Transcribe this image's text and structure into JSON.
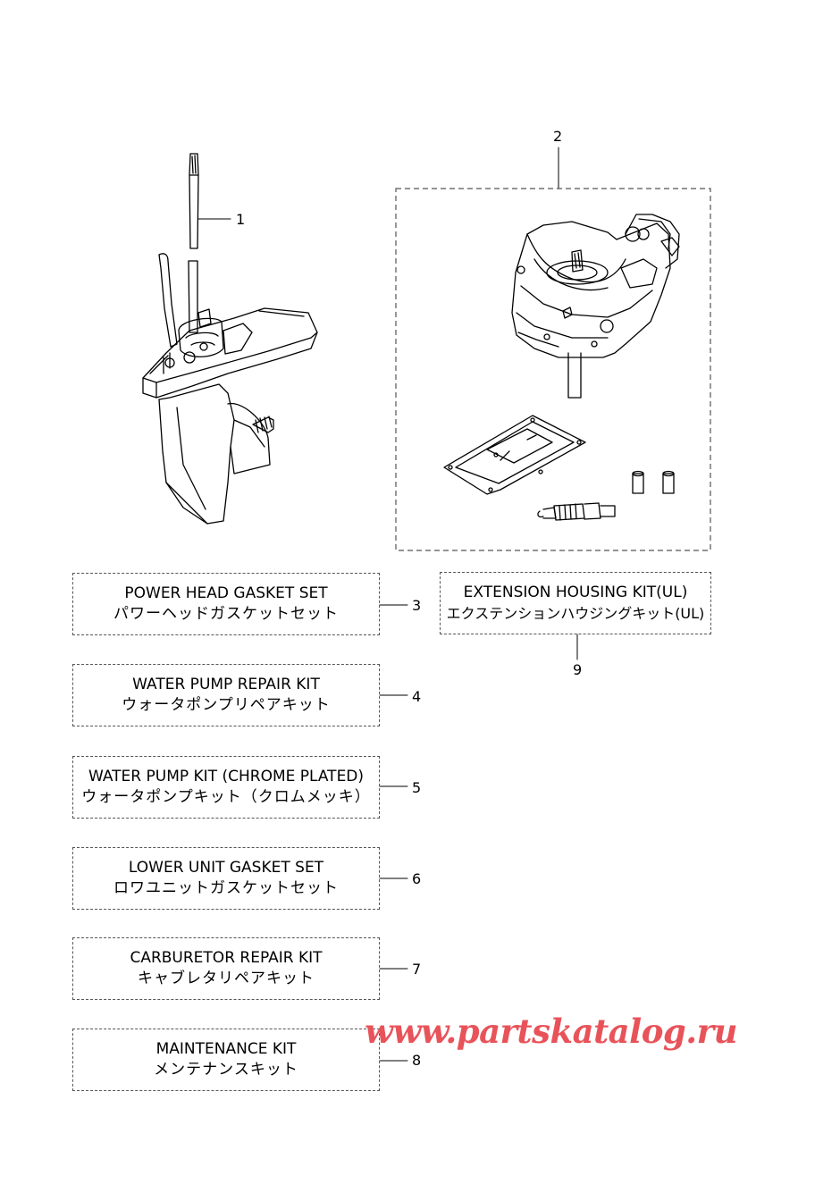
{
  "callouts": {
    "n1": "1",
    "n2": "2",
    "n3": "3",
    "n4": "4",
    "n5": "5",
    "n6": "6",
    "n7": "7",
    "n8": "8",
    "n9": "9"
  },
  "kits": {
    "power_head_gasket": {
      "en": "POWER HEAD GASKET SET",
      "ja": "パワーヘッドガスケットセット"
    },
    "water_pump_repair": {
      "en": "WATER PUMP REPAIR KIT",
      "ja": "ウォータポンプリペアキット"
    },
    "water_pump_chrome": {
      "en": "WATER PUMP KIT (CHROME PLATED)",
      "ja": "ウォータポンプキット（クロムメッキ）"
    },
    "lower_unit_gasket": {
      "en": "LOWER UNIT GASKET SET",
      "ja": "ロワユニットガスケットセット"
    },
    "carburetor_repair": {
      "en": "CARBURETOR REPAIR KIT",
      "ja": "キャブレタリペアキット"
    },
    "maintenance": {
      "en": "MAINTENANCE KIT",
      "ja": "メンテナンスキット"
    },
    "extension_housing": {
      "en": "EXTENSION HOUSING KIT(UL)",
      "ja": "エクステンションハウジングキット(UL)"
    }
  },
  "watermark": "www.partskatalog.ru",
  "colors": {
    "line": "#000000",
    "dash": "#555555",
    "watermark": "#e8535a"
  }
}
